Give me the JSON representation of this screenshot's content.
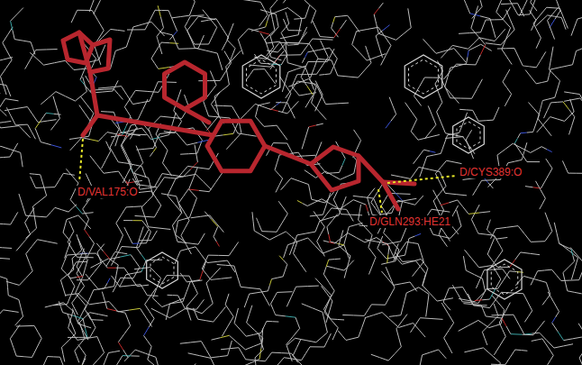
{
  "diagram": {
    "labels": [
      "D/CYS389:O",
      "D/VAL175:O",
      "D/GLN293:HE21"
    ]
  }
}
